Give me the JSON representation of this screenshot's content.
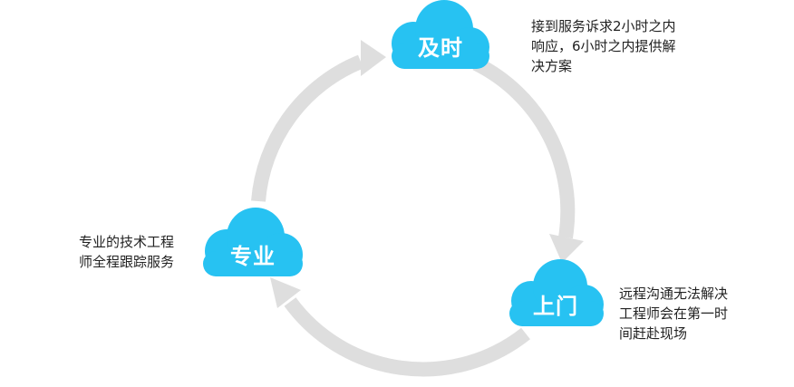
{
  "colors": {
    "cloud": "#27C2F2",
    "cloud_shadow": "#1BB0E0",
    "arrow": "#DEDEDE",
    "text": "#222222",
    "label": "#FFFFFF"
  },
  "nodes": [
    {
      "label": "及时",
      "icon": "cloud-icon",
      "description": [
        "接到服务诉求2小时之内",
        "响应，6小时之内提供解",
        "决方案"
      ]
    },
    {
      "label": "上门",
      "icon": "cloud-icon",
      "description": [
        "远程沟通无法解决",
        "工程师会在第一时",
        "间赶赴现场"
      ]
    },
    {
      "label": "专业",
      "icon": "cloud-icon",
      "description": [
        "专业的技术工程",
        "师全程跟踪服务"
      ]
    }
  ]
}
